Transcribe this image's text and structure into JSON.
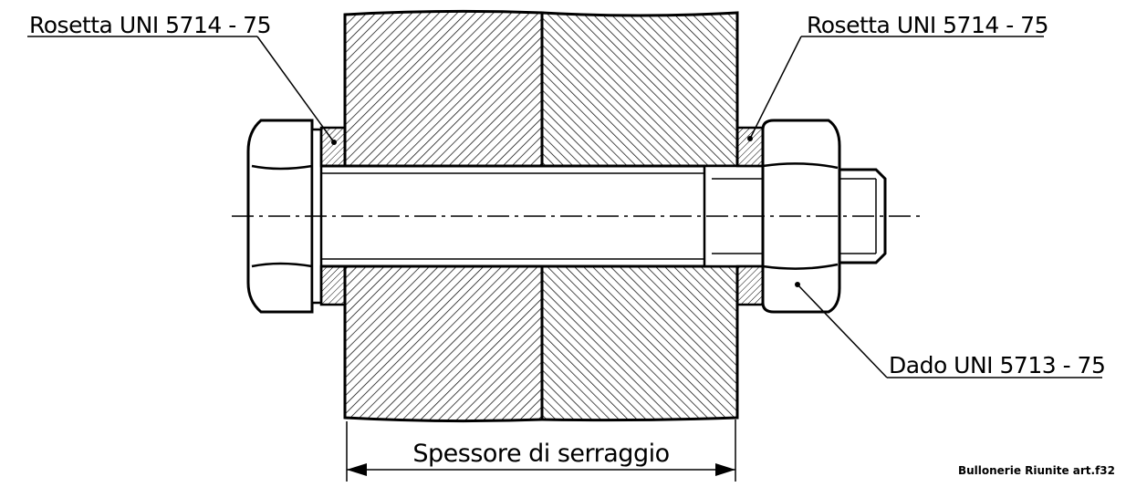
{
  "labels": {
    "washer_left": "Rosetta UNI 5714 - 75",
    "washer_right": "Rosetta UNI 5714 - 75",
    "nut": "Dado UNI 5713 - 75",
    "clamp_thickness": "Spessore di serraggio"
  },
  "credit": "Bullonerie Riunite art.f32"
}
